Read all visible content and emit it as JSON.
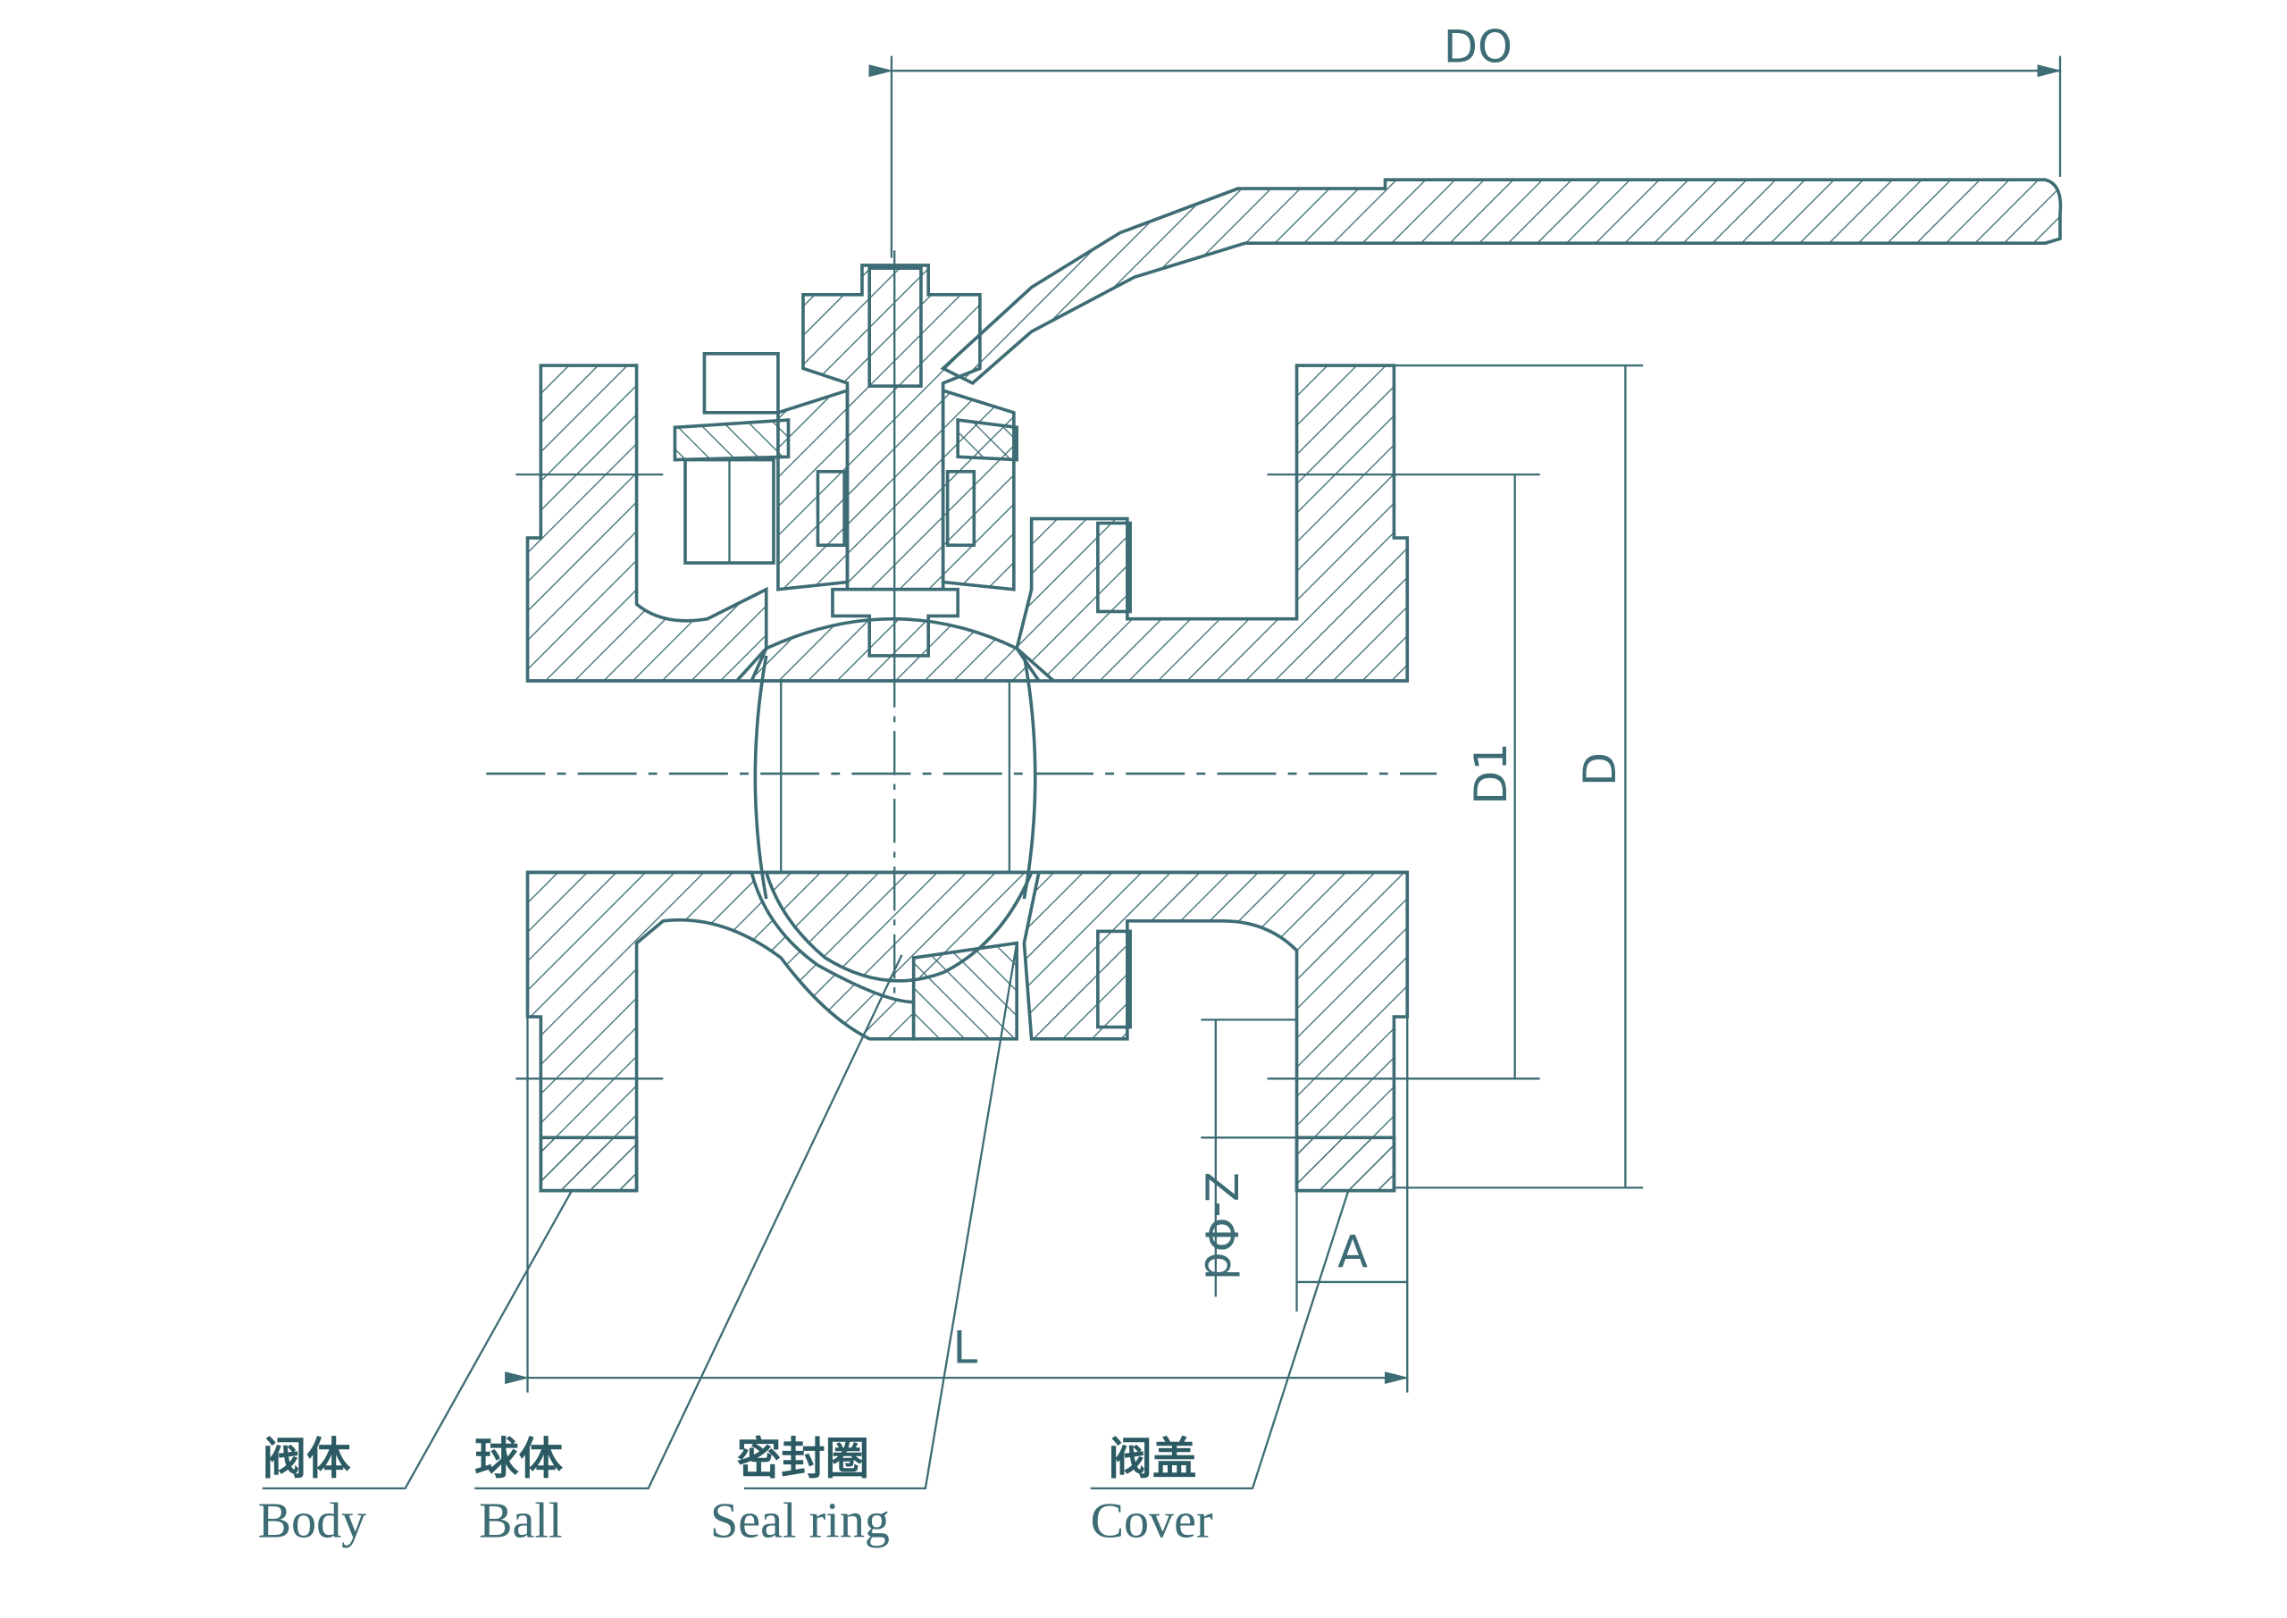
{
  "title": "Flanged ball valve cross-section",
  "color": "#3d6c74",
  "dimensions": {
    "d0": "DO",
    "d1": "D1",
    "d": "D",
    "z_phi_d": "Z-Φd",
    "a": "A",
    "l": "L"
  },
  "parts": [
    {
      "cn": "阀体",
      "en": "Body"
    },
    {
      "cn": "球体",
      "en": "Ball"
    },
    {
      "cn": "密封圈",
      "en": "Seal ring"
    },
    {
      "cn": "阀盖",
      "en": "Cover"
    }
  ]
}
